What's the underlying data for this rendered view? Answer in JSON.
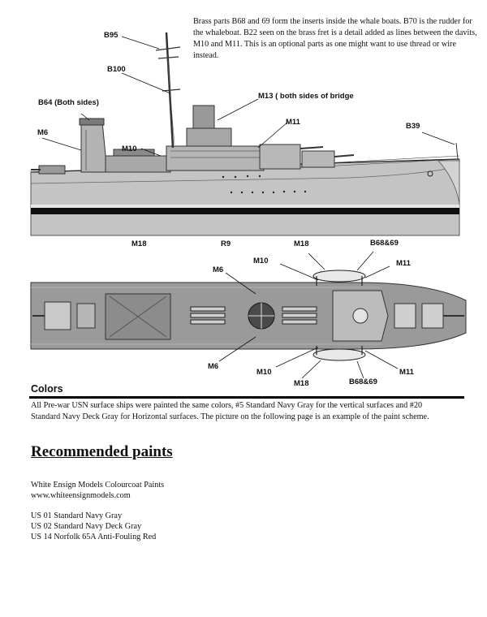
{
  "intro_text": "Brass parts B68 and 69 form the inserts inside the whale boats.  B70 is the rudder for the whaleboat.  B22 seen on the brass fret is a detail added as lines between the davits, M10 and M11.  This is an optional parts as one might want to use thread or wire instead.",
  "side_view": {
    "labels": {
      "b95": "B95",
      "b100": "B100",
      "b64": "B64 (Both sides)",
      "m13": "M13 ( both sides of bridge",
      "m11": "M11",
      "b39": "B39",
      "m6": "M6",
      "m10": "M10",
      "m18": "M18",
      "r9": "R9"
    }
  },
  "top_view": {
    "labels": {
      "m18_top": "M18",
      "b6869_top": "B68&69",
      "m10_top": "M10",
      "m11_top": "M11",
      "m6_top": "M6",
      "m6_bottom": "M6",
      "m10_bottom": "M10",
      "m11_bottom": "M11",
      "m18_bottom": "M18",
      "b6869_bottom": "B68&69"
    }
  },
  "colors": {
    "heading": "Colors",
    "text": "All Pre-war USN surface ships were painted the same colors, #5 Standard Navy Gray for the vertical surfaces and #20 Standard Navy Deck Gray for Horizontal surfaces. The picture on the following page is an example of  the paint scheme."
  },
  "recommended": {
    "heading": "Recommended paints",
    "brand": "White Ensign Models Colourcoat Paints",
    "url": "www.whiteensignmodels.com",
    "paints": [
      "US 01 Standard Navy Gray",
      "US 02 Standard Navy Deck Gray",
      "US 14 Norfolk 65A Anti-Fouling Red"
    ]
  },
  "palette": {
    "hull_gray": "#bdbdbd",
    "deck_gray": "#8f8f8f",
    "boot_top": "#111111",
    "ink": "#111111"
  }
}
